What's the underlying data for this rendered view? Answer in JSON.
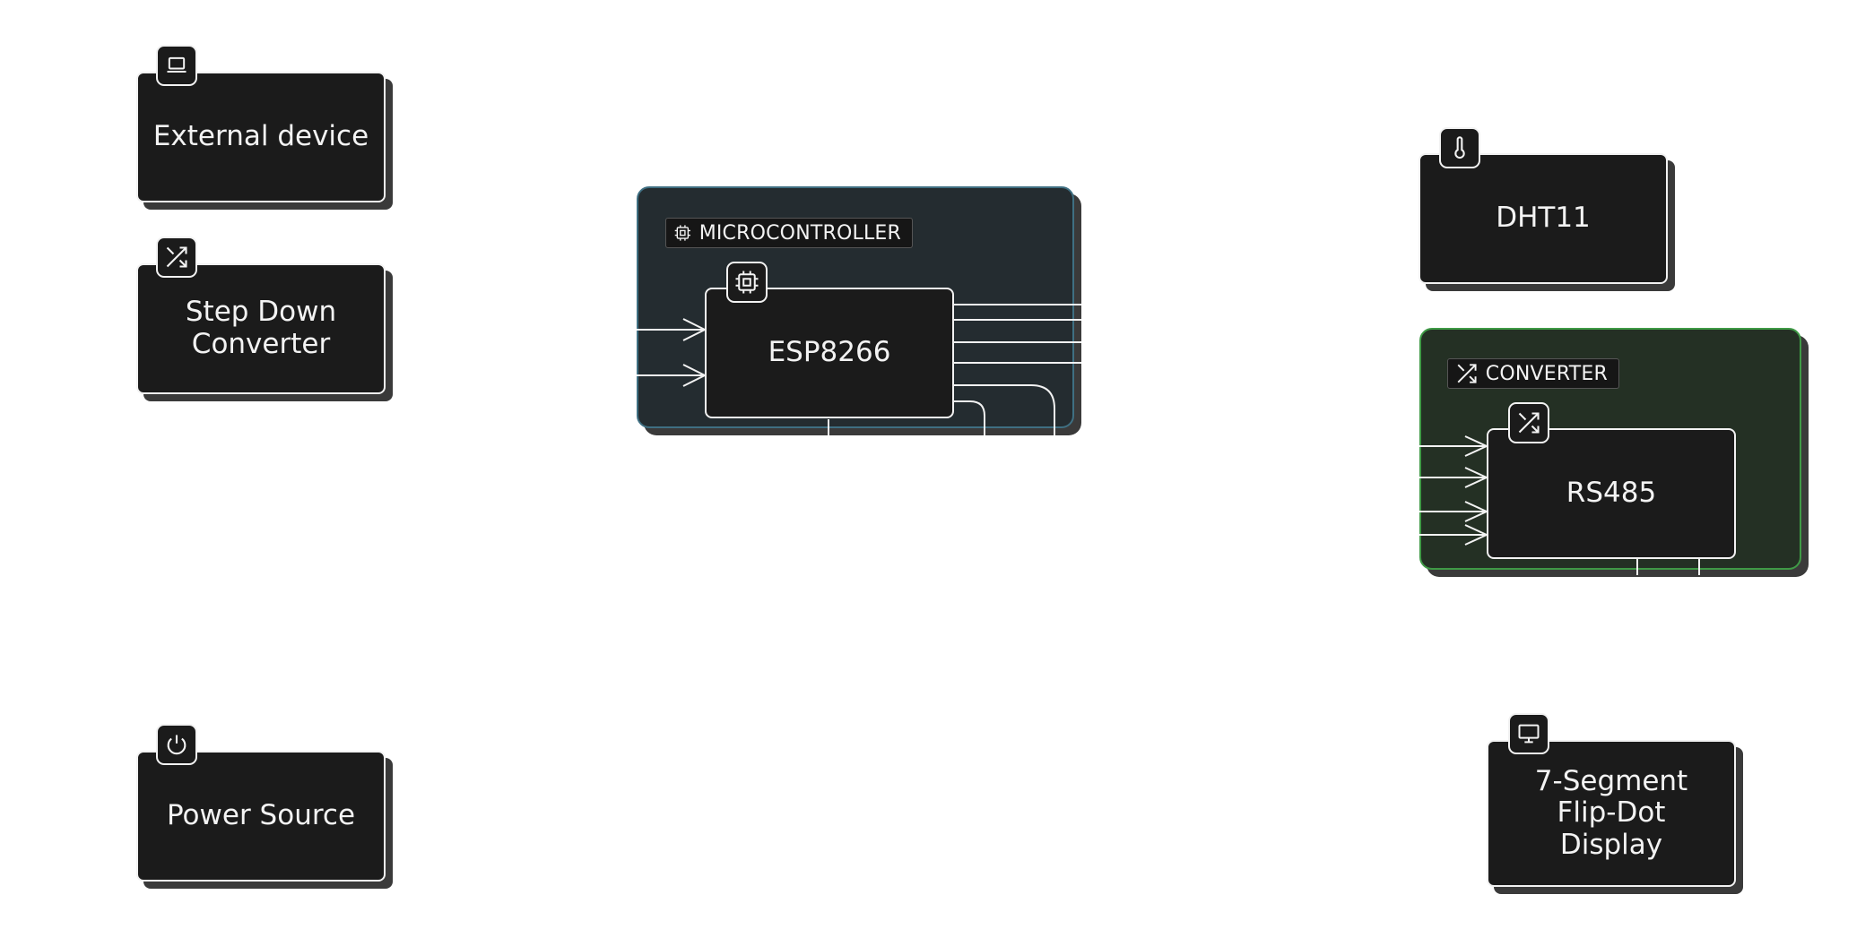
{
  "colors": {
    "node_fill": "#1b1b1b",
    "node_border": "#f2f2f2",
    "shadow": "#3a3a3a",
    "microcontroller_group_fill": "#242c30",
    "microcontroller_group_border": "#3f6f82",
    "converter_group_fill": "#243024",
    "converter_group_border": "#3f9a46"
  },
  "groups": {
    "microcontroller": {
      "label": "MICROCONTROLLER",
      "icon": "chip-icon"
    },
    "converter": {
      "label": "CONVERTER",
      "icon": "shuffle-icon"
    }
  },
  "nodes": {
    "external_device": {
      "label": "External device",
      "icon": "laptop-icon"
    },
    "step_down": {
      "label": "Step Down\nConverter",
      "icon": "shuffle-icon"
    },
    "power_source": {
      "label": "Power Source",
      "icon": "power-icon"
    },
    "esp8266": {
      "label": "ESP8266",
      "icon": "chip-icon"
    },
    "dht11": {
      "label": "DHT11",
      "icon": "thermometer-icon"
    },
    "rs485": {
      "label": "RS485",
      "icon": "shuffle-icon"
    },
    "display": {
      "label": "7-Segment\nFlip-Dot\nDisplay",
      "icon": "monitor-icon"
    }
  }
}
